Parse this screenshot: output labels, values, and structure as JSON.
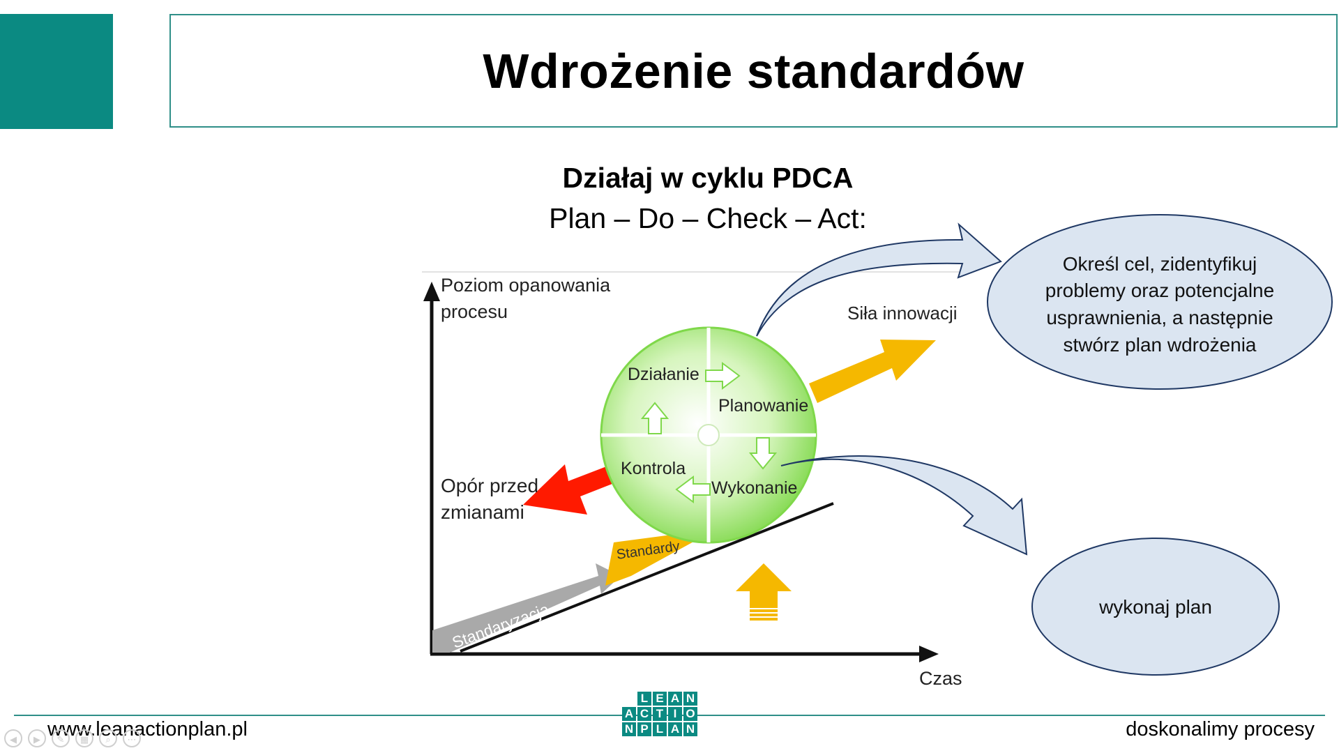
{
  "header": {
    "title": "Wdrożenie standardów"
  },
  "intro": {
    "heading": "Działaj w cyklu PDCA",
    "line": "Plan – Do – Check – Act:"
  },
  "diagram": {
    "y_axis_label": [
      "Poziom opanowania",
      "procesu"
    ],
    "x_axis_label": "Czas",
    "innovation_label": "Siła innowacji",
    "resistance_label": [
      "Opór przed",
      "zmianami"
    ],
    "standards_label": "Standardy",
    "standardization_label": "Standaryzacja",
    "quadrants": {
      "act": "Działanie",
      "plan": "Planowanie",
      "check": "Kontrola",
      "do": "Wykonanie"
    },
    "colors": {
      "circle": "#9be36b",
      "innovation_arrow": "#f5b800",
      "resistance_arrow": "#ff1a00",
      "callout": "#dbe5f1",
      "callout_border": "#1f3864"
    }
  },
  "callouts": {
    "plan": [
      "Określ cel, zidentyfikuj",
      "problemy oraz potencjalne",
      "usprawnienia, a następnie",
      "stwórz plan wdrożenia"
    ],
    "do": "wykonaj plan"
  },
  "footer": {
    "website": "www.leanactionplan.pl",
    "slogan": "doskonalimy procesy",
    "logo_letters": [
      "L",
      "E",
      "A",
      "N",
      "A",
      "C",
      "T",
      "I",
      "O",
      "N",
      "P",
      "L",
      "A",
      "N"
    ]
  }
}
